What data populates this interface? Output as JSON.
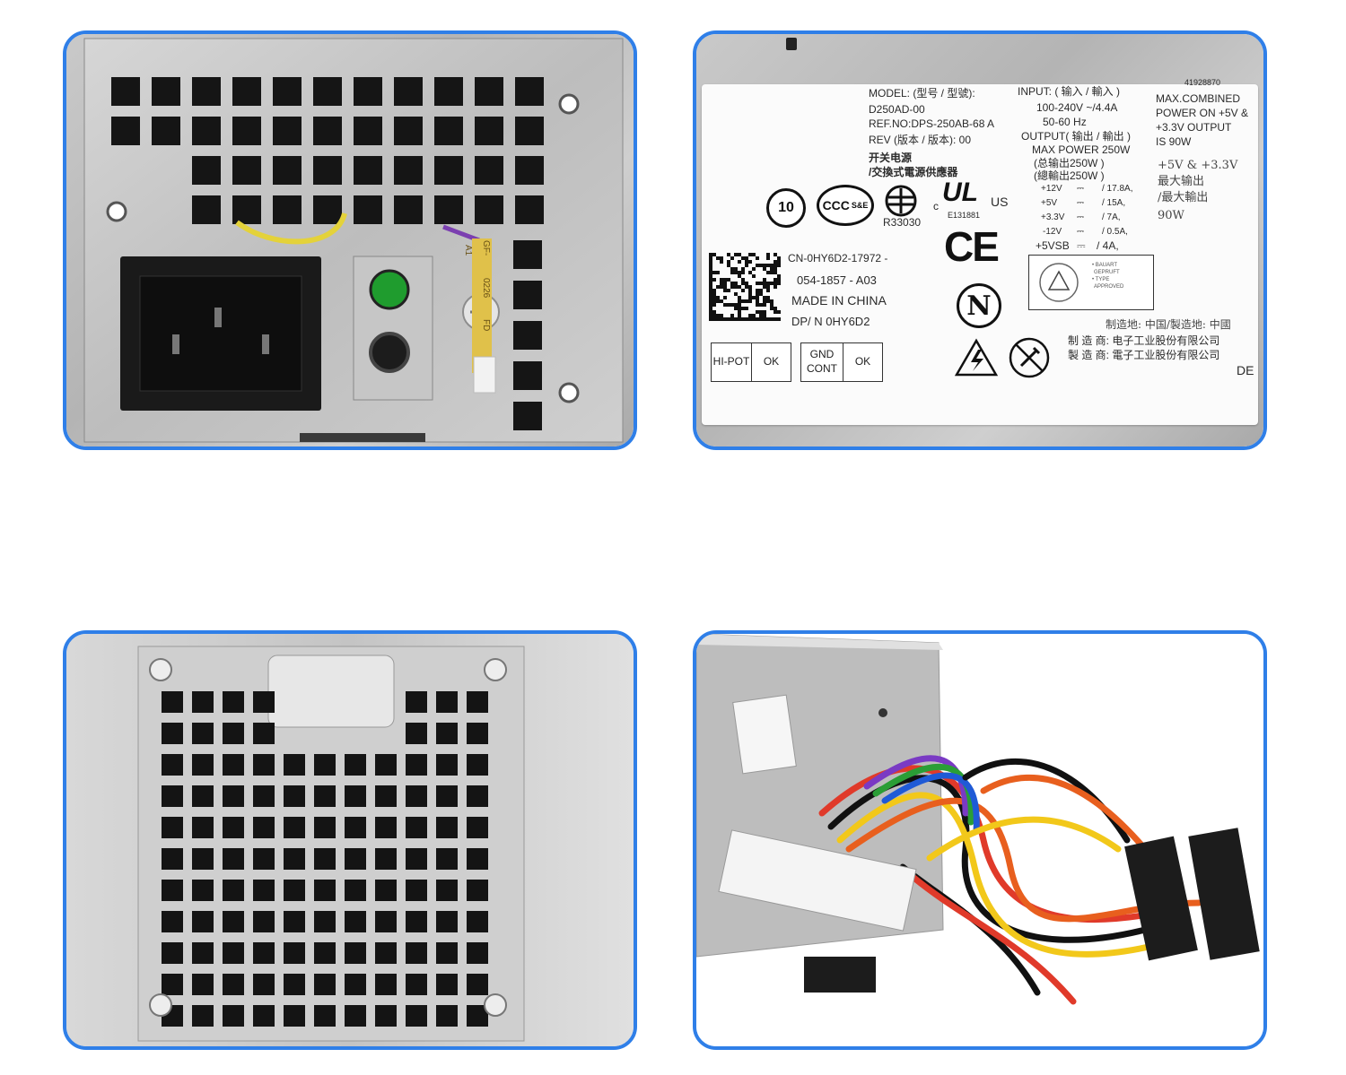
{
  "panel2_label": {
    "model_line": "MODEL: (型号 / 型號):",
    "model_value": "D250AD-00",
    "ref_no": "REF.NO:DPS-250AB-68 A",
    "rev": "REV (版本 / 版本): 00",
    "cn_title_1": "开关电源",
    "cn_title_2": "/交換式電源供應器",
    "input_title": "INPUT: ( 输入 / 輸入 )",
    "input_voltage": "100-240V ~/4.4A",
    "input_freq": "50-60 Hz",
    "output_title": "OUTPUT( 输出 / 輸出 )",
    "max_power": "MAX POWER 250W",
    "total_out_1": "(总输出250W )",
    "total_out_2": "(總輸出250W )",
    "rails": [
      {
        "v": "+12V",
        "a": "/ 17.8A,"
      },
      {
        "v": "+5V",
        "a": "/ 15A,"
      },
      {
        "v": "+3.3V",
        "a": "/ 7A,"
      },
      {
        "v": "-12V",
        "a": "/ 0.5A,"
      },
      {
        "v": "+5VSB",
        "a": "/ 4A,"
      }
    ],
    "serial_top": "41928870",
    "max_combined_1": "MAX.COMBINED",
    "max_combined_2": "POWER ON +5V &",
    "max_combined_3": "+3.3V OUTPUT",
    "max_combined_4": "IS 90W",
    "cn_combined_1": "+5V & +3.3V",
    "cn_combined_2": "最大输出",
    "cn_combined_3": "/最大輸出",
    "cn_combined_4": "90W",
    "cert_r": "R33030",
    "cert_ul_file": "E131881",
    "ul_c": "c",
    "ul_us": "US",
    "ul_mark": "UL",
    "ccc_mark": "CCC",
    "ccc_se": "S&E",
    "ten_mark": "10",
    "ce_mark": "CE",
    "n_mark": "N",
    "tuv_1": "• BAUART",
    "tuv_2": "GEPRUFT",
    "tuv_3": "• TYPE",
    "tuv_4": "APPROVED",
    "cn_code": "CN-0HY6D2-17972 -",
    "code_2": "054-1857 - A03",
    "made_in": "MADE IN CHINA",
    "dpn": "DP/ N 0HY6D2",
    "hipot": "HI-POT",
    "ok1": "OK",
    "gnd": "GND",
    "cont": "CONT",
    "ok2": "OK",
    "mfg_place": "制造地:  中国/製造地:  中國",
    "mfg_1": "制 造 商:  电子工业股份有限公司",
    "mfg_2": "製 造 商:  電子工业股份有限公司",
    "de": "DE"
  },
  "panel1_sticker": {
    "text_1": "A1",
    "text_2": "GF-",
    "text_3": "0226",
    "text_4": "FD"
  }
}
